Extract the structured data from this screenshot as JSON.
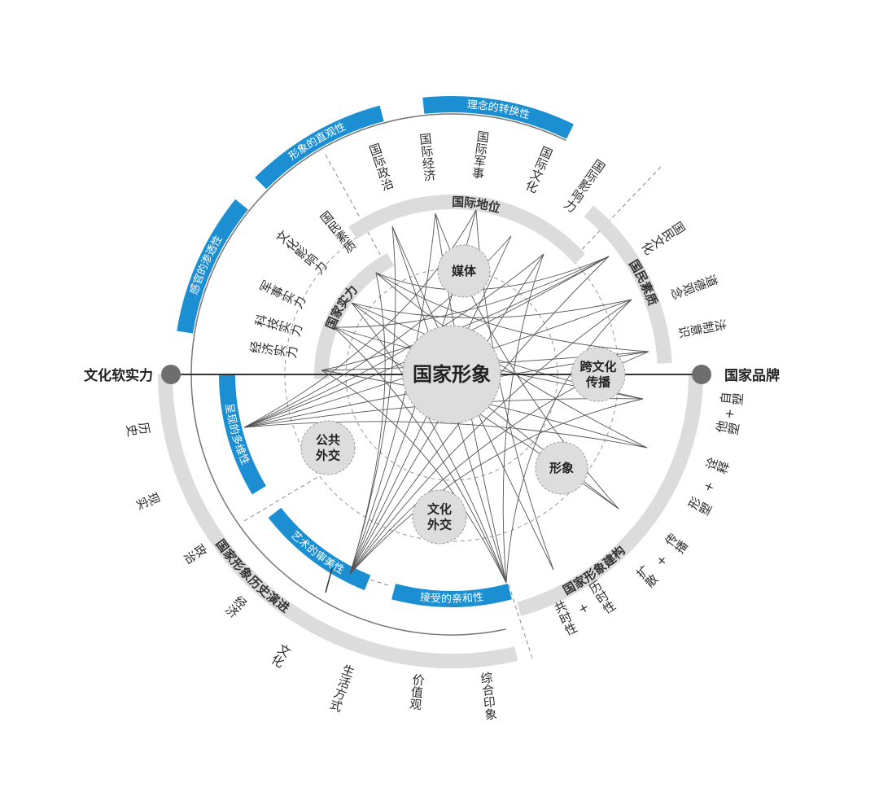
{
  "center": "国家形象",
  "axis": {
    "left": "文化软实力",
    "right": "国家品牌"
  },
  "nodes": {
    "media": [
      "媒体"
    ],
    "intercultural": [
      "跨文化",
      "传播"
    ],
    "public_diplomacy": [
      "公共",
      "外交"
    ],
    "image": [
      "形象"
    ],
    "cultural_diplomacy": [
      "文化",
      "外交"
    ]
  },
  "rings": {
    "national_strength": "国家实力",
    "international_status": "国际地位",
    "citizen_quality": "国民素质",
    "image_construction": "国家形象建构",
    "history": "国家形象历史演进"
  },
  "blue_arcs": {
    "sensory": "感官的渗透性",
    "intuitive": "形象的直观性",
    "concept": "理念的转换性",
    "multidimensional": "呈现的多维性",
    "aesthetic": "艺术的审美性",
    "affinity": "接受的亲和性"
  },
  "labels": {
    "strength": [
      "经济实力",
      "科技实力",
      "军事实力",
      "文化影响力",
      "国民素质"
    ],
    "international": [
      "国际政治",
      "国际经济",
      "国际军事",
      "国际文化",
      "国际影响力"
    ],
    "citizen": [
      "国民文化",
      "道德观念",
      "法制意识"
    ],
    "history": [
      "历史",
      "现实",
      "政治",
      "经济",
      "文化",
      "生活方式",
      "价值观",
      "综合印象"
    ],
    "construction": [
      {
        "a": "自塑",
        "plus": "+",
        "b": "他塑"
      },
      {
        "a": "诠释",
        "plus": "+",
        "b": "形塑"
      },
      {
        "a": "传播",
        "plus": "+",
        "b": "扩散"
      },
      {
        "a": "历时性",
        "plus": "+",
        "b": "共时性"
      }
    ]
  },
  "colors": {
    "blue": "#1b8fd2",
    "ring_gray": "#dcdcdc",
    "node_fill": "#dddddd",
    "dot": "#6e6e6e",
    "line": "#555555"
  }
}
